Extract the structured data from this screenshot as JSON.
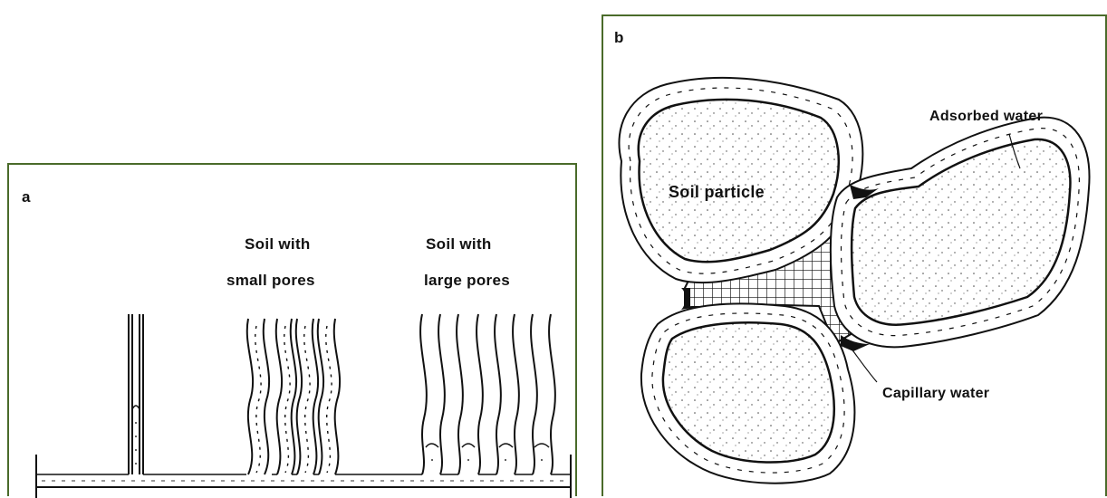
{
  "panel_a": {
    "letter": "a",
    "small_pores_label_1": "Soil with",
    "small_pores_label_2": "small pores",
    "large_pores_label_1": "Soil with",
    "large_pores_label_2": "large pores"
  },
  "panel_b": {
    "letter": "b",
    "soil_particle_label": "Soil particle",
    "adsorbed_water_label": "Adsorbed water",
    "capillary_water_label": "Capillary water"
  }
}
